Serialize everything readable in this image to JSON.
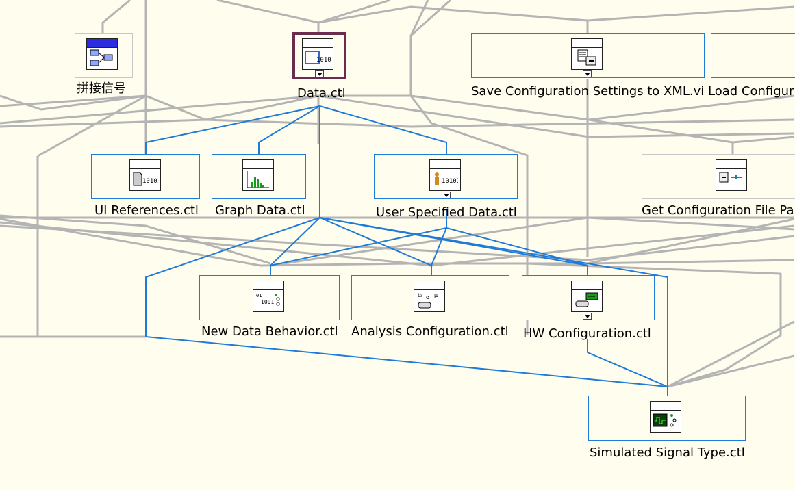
{
  "hierarchy": {
    "nodes": {
      "pinjie": {
        "label": "拼接信号",
        "icon": "block-diagram-icon"
      },
      "data_ctl": {
        "label": "Data.ctl",
        "icon": "data-control-icon"
      },
      "save_config": {
        "label": "Save Configuration Settings to XML.vi",
        "icon": "save-config-xml-icon"
      },
      "load_config": {
        "label": "Load Configur",
        "icon": "load-config-icon"
      },
      "ui_refs": {
        "label": "UI References.ctl",
        "icon": "ui-references-icon"
      },
      "graph_data": {
        "label": "Graph Data.ctl",
        "icon": "graph-histogram-icon"
      },
      "user_specified": {
        "label": "User Specified Data.ctl",
        "icon": "user-data-icon"
      },
      "get_config_path": {
        "label": "Get Configuration File Pa",
        "icon": "file-path-icon"
      },
      "new_data_behavior": {
        "label": "New Data Behavior.ctl",
        "icon": "data-behavior-icon"
      },
      "analysis_config": {
        "label": "Analysis Configuration.ctl",
        "icon": "analysis-config-icon"
      },
      "hw_config": {
        "label": "HW Configuration.ctl",
        "icon": "hardware-config-icon"
      },
      "sim_signal": {
        "label": "Simulated Signal Type.ctl",
        "icon": "simulated-signal-icon"
      }
    },
    "colors": {
      "background": "#fffdee",
      "selected_edge": "#1f7bd8",
      "other_edge": "#b4b4b4",
      "selected_border": "#6b2d4e"
    }
  }
}
